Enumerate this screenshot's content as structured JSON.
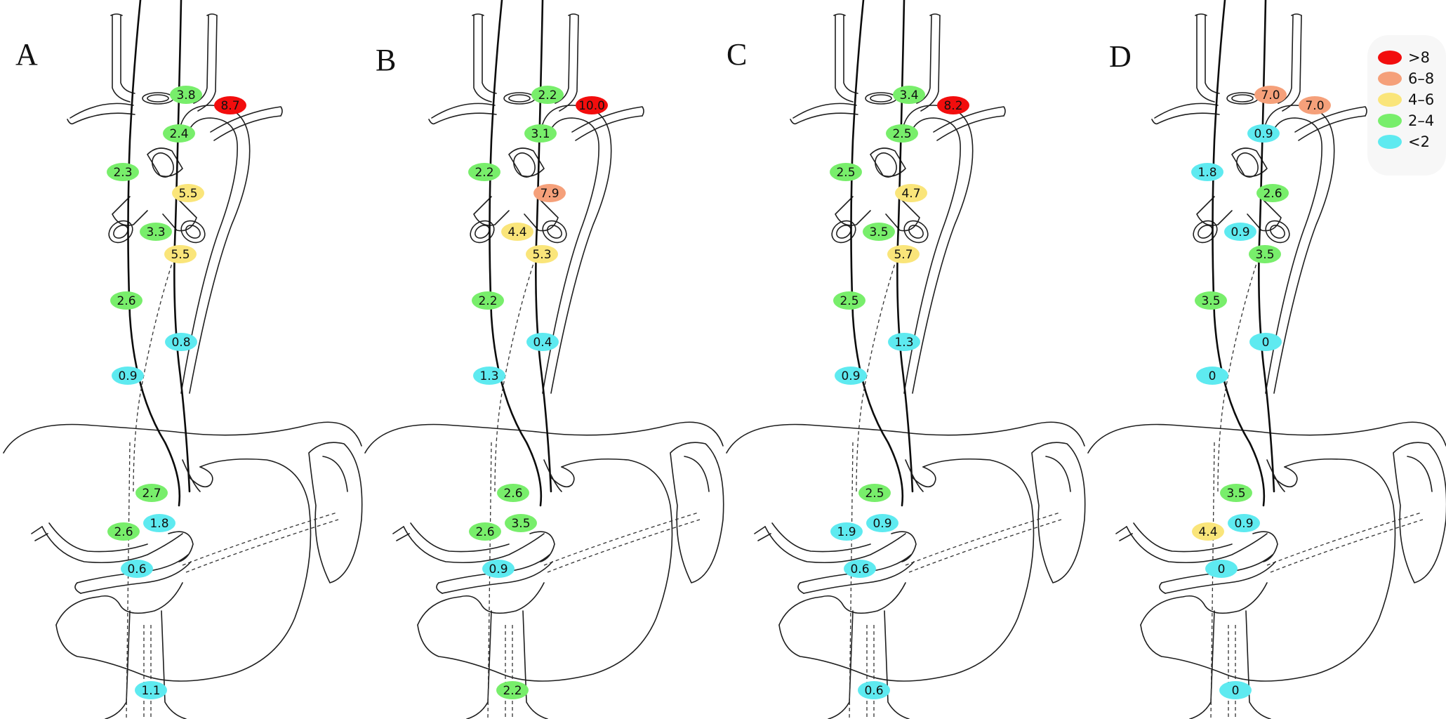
{
  "panels": [
    {
      "letter": "A",
      "values": [
        "3.8",
        "8.7",
        "2.4",
        "2.3",
        "5.5",
        "3.3",
        "5.5",
        "2.6",
        "0.8",
        "0.9",
        "2.7",
        "2.6",
        "1.8",
        "0.6",
        "1.1"
      ]
    },
    {
      "letter": "B",
      "values": [
        "2.2",
        "10.0",
        "3.1",
        "2.2",
        "7.9",
        "4.4",
        "5.3",
        "2.2",
        "0.4",
        "1.3",
        "2.6",
        "2.6",
        "3.5",
        "0.9",
        "2.2"
      ]
    },
    {
      "letter": "C",
      "values": [
        "3.4",
        "8.2",
        "2.5",
        "2.5",
        "4.7",
        "3.5",
        "5.7",
        "2.5",
        "1.3",
        "0.9",
        "2.5",
        "1.9",
        "0.9",
        "0.6",
        "0.6"
      ]
    },
    {
      "letter": "D",
      "values": [
        "7.0",
        "7.0",
        "0.9",
        "1.8",
        "2.6",
        "0.9",
        "3.5",
        "3.5",
        "0",
        "0",
        "3.5",
        "4.4",
        "0.9",
        "0",
        "0"
      ]
    }
  ],
  "legend": [
    {
      "label": ">8",
      "color": "#f20d0d"
    },
    {
      "label": "6–8",
      "color": "#f5a07a"
    },
    {
      "label": "4–6",
      "color": "#fae57a"
    },
    {
      "label": "2–4",
      "color": "#78ee6b"
    },
    {
      "label": "<2",
      "color": "#5eeaf0"
    }
  ]
}
